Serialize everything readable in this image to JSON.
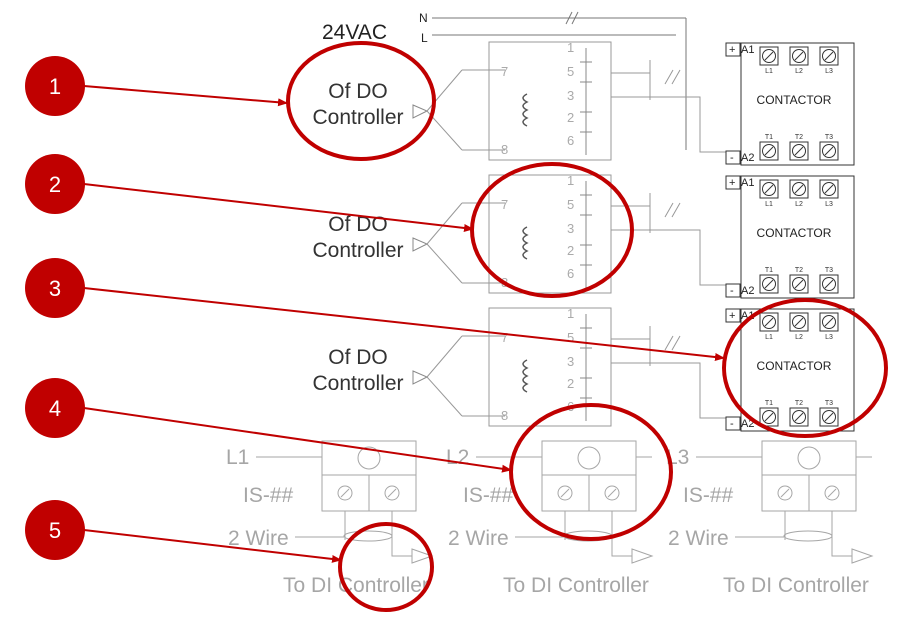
{
  "supply": {
    "voltage": "24VAC",
    "neutral": "N",
    "line": "L"
  },
  "controller_labels": [
    {
      "line1": "Of DO",
      "line2": "Controller"
    },
    {
      "line1": "Of DO",
      "line2": "Controller"
    },
    {
      "line1": "Of DO",
      "line2": "Controller"
    }
  ],
  "relay_pins": {
    "top": "1",
    "p5": "5",
    "p3": "3",
    "p2": "2",
    "p6": "6",
    "coil_top": "7",
    "coil_bottom": "8"
  },
  "contactor": {
    "label": "CONTACTOR",
    "a1": "A1",
    "a2": "A2",
    "plus": "+",
    "minus": "-",
    "line_terminals": [
      "L1",
      "L2",
      "L3"
    ],
    "load_terminals": [
      "T1",
      "T2",
      "T3"
    ]
  },
  "current_sensors": [
    {
      "phase": "L1",
      "tag": "IS-##",
      "wire": "2 Wire",
      "destination": "To DI Controller"
    },
    {
      "phase": "L2",
      "tag": "IS-##",
      "wire": "2 Wire",
      "destination": "To DI Controller"
    },
    {
      "phase": "L3",
      "tag": "IS-##",
      "wire": "2 Wire",
      "destination": "To DI Controller"
    }
  ],
  "callouts": [
    "1",
    "2",
    "3",
    "4",
    "5"
  ],
  "colors": {
    "callout_red": "#c00000",
    "diagram_line": "#5a5a5a",
    "faded": "#a6a6a6"
  }
}
